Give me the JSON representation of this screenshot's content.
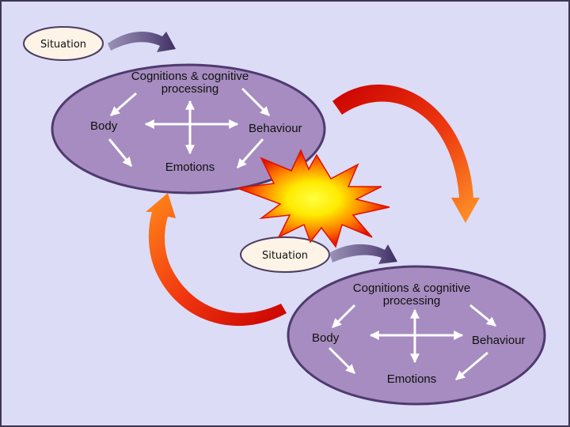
{
  "cycle_top": {
    "situation": "Situation",
    "cognitions_line1": "Cognitions & cognitive",
    "cognitions_line2": "processing",
    "body": "Body",
    "behaviour": "Behaviour",
    "emotions": "Emotions"
  },
  "cycle_bottom": {
    "situation": "Situation",
    "cognitions_line1": "Cognitions & cognitive",
    "cognitions_line2": "processing",
    "body": "Body",
    "behaviour": "Behaviour",
    "emotions": "Emotions"
  },
  "colors": {
    "background": "#dcdcf6",
    "ellipse_fill": "#a68cc0",
    "ellipse_stroke": "#4f3a6e",
    "situation_fill": "#fdf3e6",
    "arrow_white": "#ffffff",
    "arrow_red": "#cc1100",
    "arrow_orange": "#ff8a1a",
    "burst_outer": "#e01000",
    "burst_inner": "#ffff00"
  }
}
